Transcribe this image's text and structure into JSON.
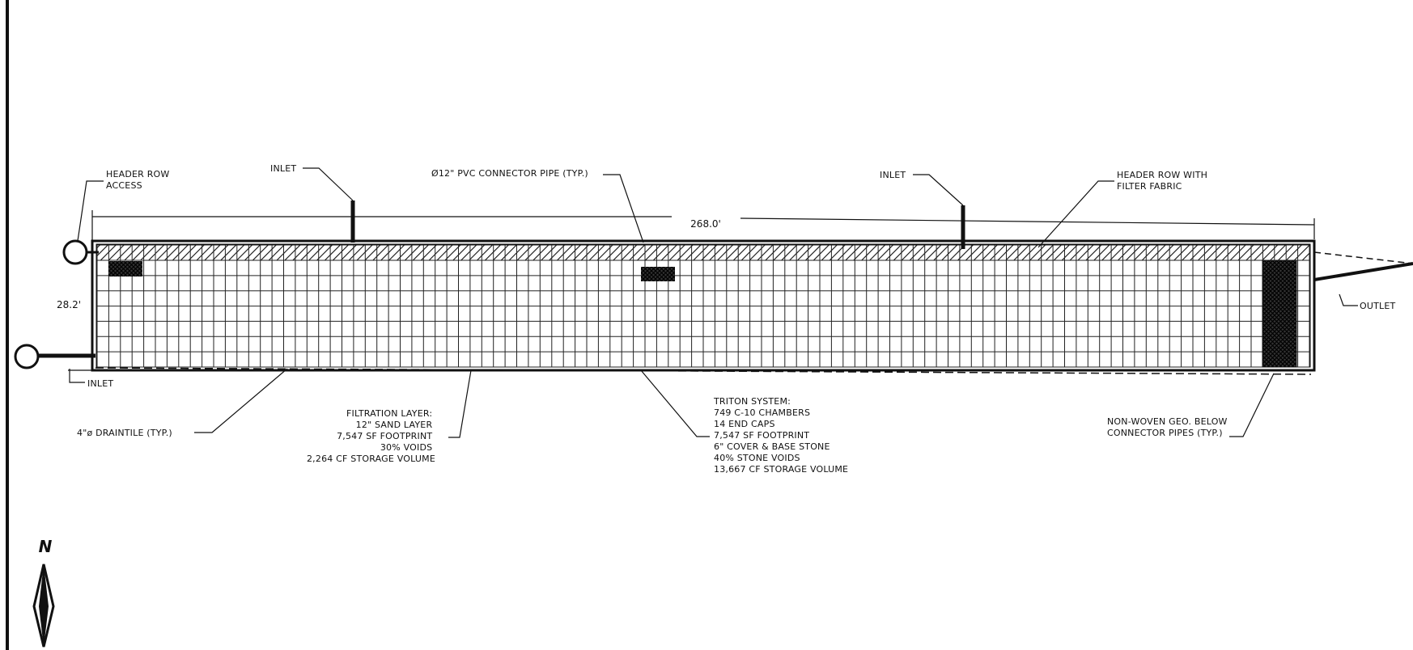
{
  "diagram": {
    "dimensions": {
      "length": "268.0'",
      "width": "28.2'"
    },
    "labels": {
      "header_row_access": [
        "HEADER ROW",
        "ACCESS"
      ],
      "inlet_top_left": "INLET",
      "connector_pipe": "Ø12\" PVC CONNECTOR PIPE (TYP.)",
      "inlet_top_right": "INLET",
      "header_row_filter": [
        "HEADER ROW WITH",
        "FILTER FABRIC"
      ],
      "outlet": "OUTLET",
      "inlet_bottom": "INLET",
      "draintile": "4\"ø DRAINTILE (TYP.)",
      "filtration_layer": [
        "FILTRATION LAYER:",
        "12\" SAND LAYER",
        "7,547 SF FOOTPRINT",
        "30% VOIDS",
        "2,264 CF STORAGE VOLUME"
      ],
      "triton_system": [
        "TRITON SYSTEM:",
        "749 C-10 CHAMBERS",
        "14 END CAPS",
        "7,547 SF FOOTPRINT",
        "6\" COVER & BASE STONE",
        "40% STONE VOIDS",
        "13,667 CF STORAGE VOLUME"
      ],
      "non_woven": [
        "NON-WOVEN GEO. BELOW",
        "CONNECTOR PIPES (TYP.)"
      ]
    },
    "north_arrow": "N"
  }
}
